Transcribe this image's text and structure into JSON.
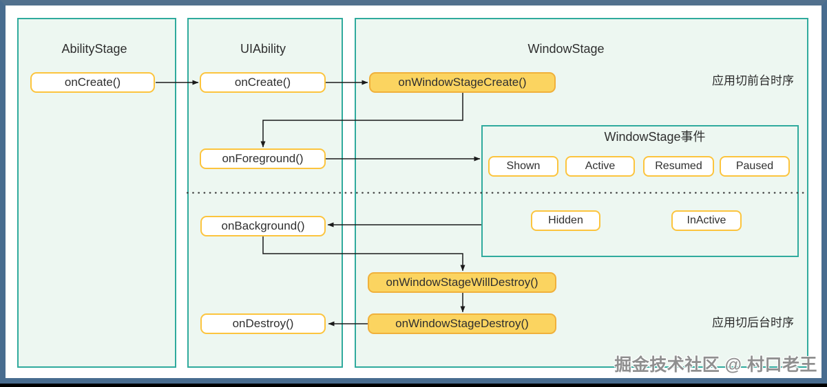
{
  "colors": {
    "frame_border": "#486c8f",
    "lane_border": "#2faa9d",
    "lane_fill": "#edf7f1",
    "node_border": "#fcc43d",
    "node_fill": "#ffffff",
    "highlight_border": "#f0b03a",
    "highlight_fill": "#fbd460",
    "connector": "#1a1a1a",
    "text": "#2f2f2f",
    "watermark": "#8f8f8f"
  },
  "lanes": {
    "ability_stage": {
      "title": "AbilityStage"
    },
    "ui_ability": {
      "title": "UIAbility"
    },
    "window_stage": {
      "title": "WindowStage"
    }
  },
  "nodes": {
    "as_on_create": "onCreate()",
    "ua_on_create": "onCreate()",
    "on_window_stage_create": "onWindowStageCreate()",
    "on_foreground": "onForeground()",
    "on_background": "onBackground()",
    "on_window_stage_will_destroy": "onWindowStageWillDestroy()",
    "on_window_stage_destroy": "onWindowStageDestroy()",
    "ua_on_destroy": "onDestroy()"
  },
  "event_group": {
    "title": "WindowStage事件",
    "foreground": [
      "Shown",
      "Active",
      "Resumed",
      "Paused"
    ],
    "background": [
      "Hidden",
      "InActive"
    ]
  },
  "annotations": {
    "foreground_sequence": "应用切前台时序",
    "background_sequence": "应用切后台时序"
  },
  "watermark": "掘金技术社区 @ 村口老王"
}
